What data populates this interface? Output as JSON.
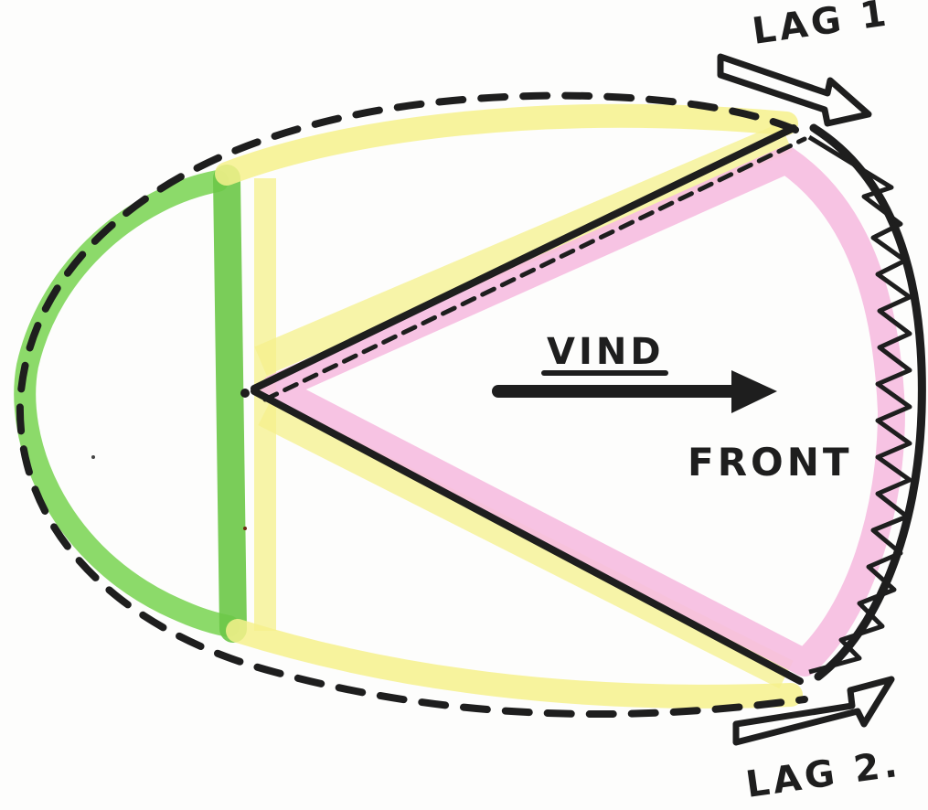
{
  "diagram": {
    "labels": {
      "wind": "VIND",
      "front": "FRONT",
      "team_1": "LAG 1",
      "team_2": "LAG 2."
    },
    "colors": {
      "outline": "#1e1e1e",
      "zone_rear": "#7fd65a",
      "zone_sides": "#f6f18c",
      "zone_center": "#f6bde0",
      "paper": "#fdfdfc"
    },
    "icons": {
      "wind_arrow": "arrow-right-icon",
      "team_1_arrow": "hollow-arrow-right-icon",
      "team_2_arrow": "hollow-arrow-right-icon",
      "front_line": "zigzag-fire-line-icon"
    }
  }
}
